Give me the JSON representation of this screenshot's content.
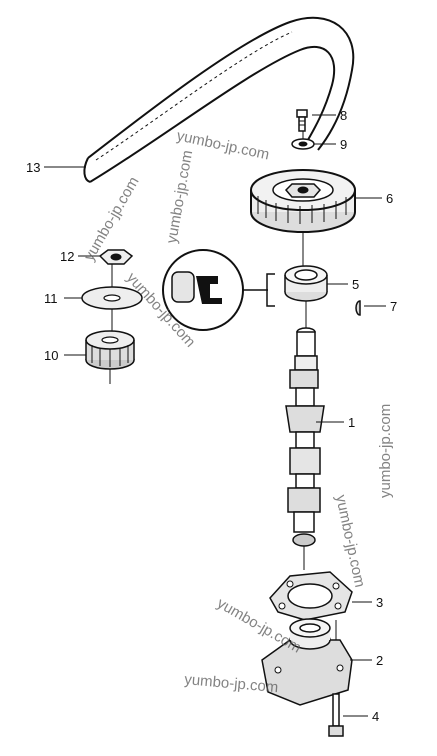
{
  "diagram": {
    "part_labels": [
      {
        "id": "1",
        "text": "1"
      },
      {
        "id": "2",
        "text": "2"
      },
      {
        "id": "3",
        "text": "3"
      },
      {
        "id": "4",
        "text": "4"
      },
      {
        "id": "5",
        "text": "5"
      },
      {
        "id": "6",
        "text": "6"
      },
      {
        "id": "7",
        "text": "7"
      },
      {
        "id": "8",
        "text": "8"
      },
      {
        "id": "9",
        "text": "9"
      },
      {
        "id": "10",
        "text": "10"
      },
      {
        "id": "11",
        "text": "11"
      },
      {
        "id": "12",
        "text": "12"
      },
      {
        "id": "13",
        "text": "13"
      }
    ],
    "watermark": "yumbo-jp.com"
  }
}
